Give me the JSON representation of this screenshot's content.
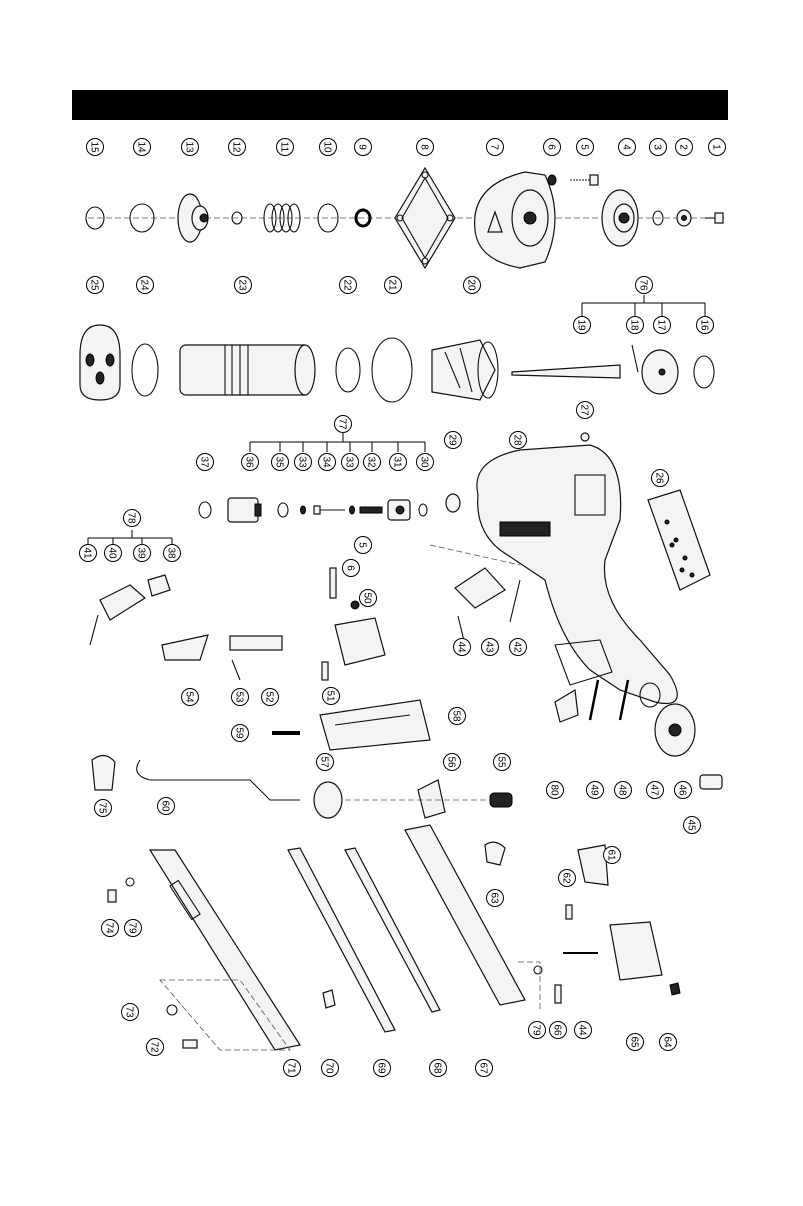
{
  "header": {
    "title": ""
  },
  "diagram": {
    "parts": [
      "1",
      "2",
      "3",
      "4",
      "5",
      "6",
      "7",
      "8",
      "9",
      "10",
      "11",
      "12",
      "13",
      "14",
      "15",
      "16",
      "17",
      "18",
      "19",
      "20",
      "21",
      "22",
      "23",
      "24",
      "25",
      "26",
      "27",
      "28",
      "29",
      "30",
      "31",
      "32",
      "33",
      "34",
      "35",
      "36",
      "37",
      "38",
      "39",
      "40",
      "41",
      "42",
      "43",
      "44",
      "45",
      "46",
      "47",
      "48",
      "49",
      "50",
      "51",
      "52",
      "53",
      "54",
      "55",
      "56",
      "57",
      "58",
      "59",
      "60",
      "61",
      "62",
      "63",
      "64",
      "65",
      "66",
      "67",
      "68",
      "69",
      "70",
      "71",
      "72",
      "73",
      "74",
      "75",
      "76",
      "77",
      "78",
      "79",
      "80"
    ],
    "callouts": [
      {
        "label": "15"
      },
      {
        "label": "14"
      },
      {
        "label": "13"
      },
      {
        "label": "12"
      },
      {
        "label": "11"
      },
      {
        "label": "10"
      },
      {
        "label": "9"
      },
      {
        "label": "8"
      },
      {
        "label": "7"
      },
      {
        "label": "6"
      },
      {
        "label": "5"
      },
      {
        "label": "4"
      },
      {
        "label": "3"
      },
      {
        "label": "2"
      },
      {
        "label": "1"
      },
      {
        "label": "25"
      },
      {
        "label": "24"
      },
      {
        "label": "23"
      },
      {
        "label": "22"
      },
      {
        "label": "21"
      },
      {
        "label": "20"
      },
      {
        "label": "76"
      },
      {
        "label": "19"
      },
      {
        "label": "18"
      },
      {
        "label": "17"
      },
      {
        "label": "16"
      },
      {
        "label": "77"
      },
      {
        "label": "37"
      },
      {
        "label": "36"
      },
      {
        "label": "35"
      },
      {
        "label": "33"
      },
      {
        "label": "34"
      },
      {
        "label": "33"
      },
      {
        "label": "32"
      },
      {
        "label": "31"
      },
      {
        "label": "30"
      },
      {
        "label": "29"
      },
      {
        "label": "28"
      },
      {
        "label": "27"
      },
      {
        "label": "26"
      },
      {
        "label": "78"
      },
      {
        "label": "41"
      },
      {
        "label": "40"
      },
      {
        "label": "39"
      },
      {
        "label": "38"
      },
      {
        "label": "5"
      },
      {
        "label": "6"
      },
      {
        "label": "50"
      },
      {
        "label": "51"
      },
      {
        "label": "54"
      },
      {
        "label": "53"
      },
      {
        "label": "52"
      },
      {
        "label": "58"
      },
      {
        "label": "59"
      },
      {
        "label": "44"
      },
      {
        "label": "43"
      },
      {
        "label": "42"
      },
      {
        "label": "80"
      },
      {
        "label": "49"
      },
      {
        "label": "48"
      },
      {
        "label": "47"
      },
      {
        "label": "46"
      },
      {
        "label": "45"
      },
      {
        "label": "75"
      },
      {
        "label": "60"
      },
      {
        "label": "57"
      },
      {
        "label": "56"
      },
      {
        "label": "55"
      },
      {
        "label": "74"
      },
      {
        "label": "79"
      },
      {
        "label": "63"
      },
      {
        "label": "61"
      },
      {
        "label": "62"
      },
      {
        "label": "73"
      },
      {
        "label": "72"
      },
      {
        "label": "71"
      },
      {
        "label": "70"
      },
      {
        "label": "69"
      },
      {
        "label": "68"
      },
      {
        "label": "67"
      },
      {
        "label": "79"
      },
      {
        "label": "66"
      },
      {
        "label": "44"
      },
      {
        "label": "65"
      },
      {
        "label": "64"
      }
    ]
  }
}
